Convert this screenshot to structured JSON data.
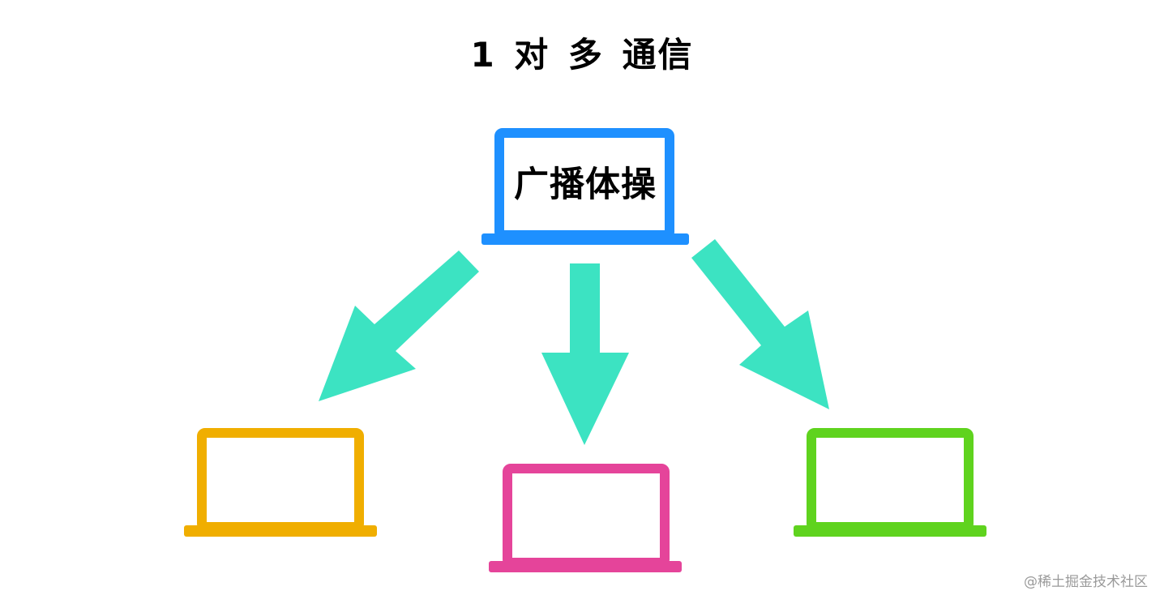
{
  "title": "1 对 多 通信",
  "source": {
    "label": "广播体操",
    "color": "#1E90FF"
  },
  "arrows": {
    "color": "#3CE3C2",
    "items": [
      {
        "direction": "down-left",
        "target": "receiver-left"
      },
      {
        "direction": "down",
        "target": "receiver-center"
      },
      {
        "direction": "down-right",
        "target": "receiver-right"
      }
    ]
  },
  "receivers": [
    {
      "position": "left",
      "color": "#F0AE00"
    },
    {
      "position": "center",
      "color": "#E5449A"
    },
    {
      "position": "right",
      "color": "#5FD31E"
    }
  ],
  "watermark": "@稀土掘金技术社区"
}
